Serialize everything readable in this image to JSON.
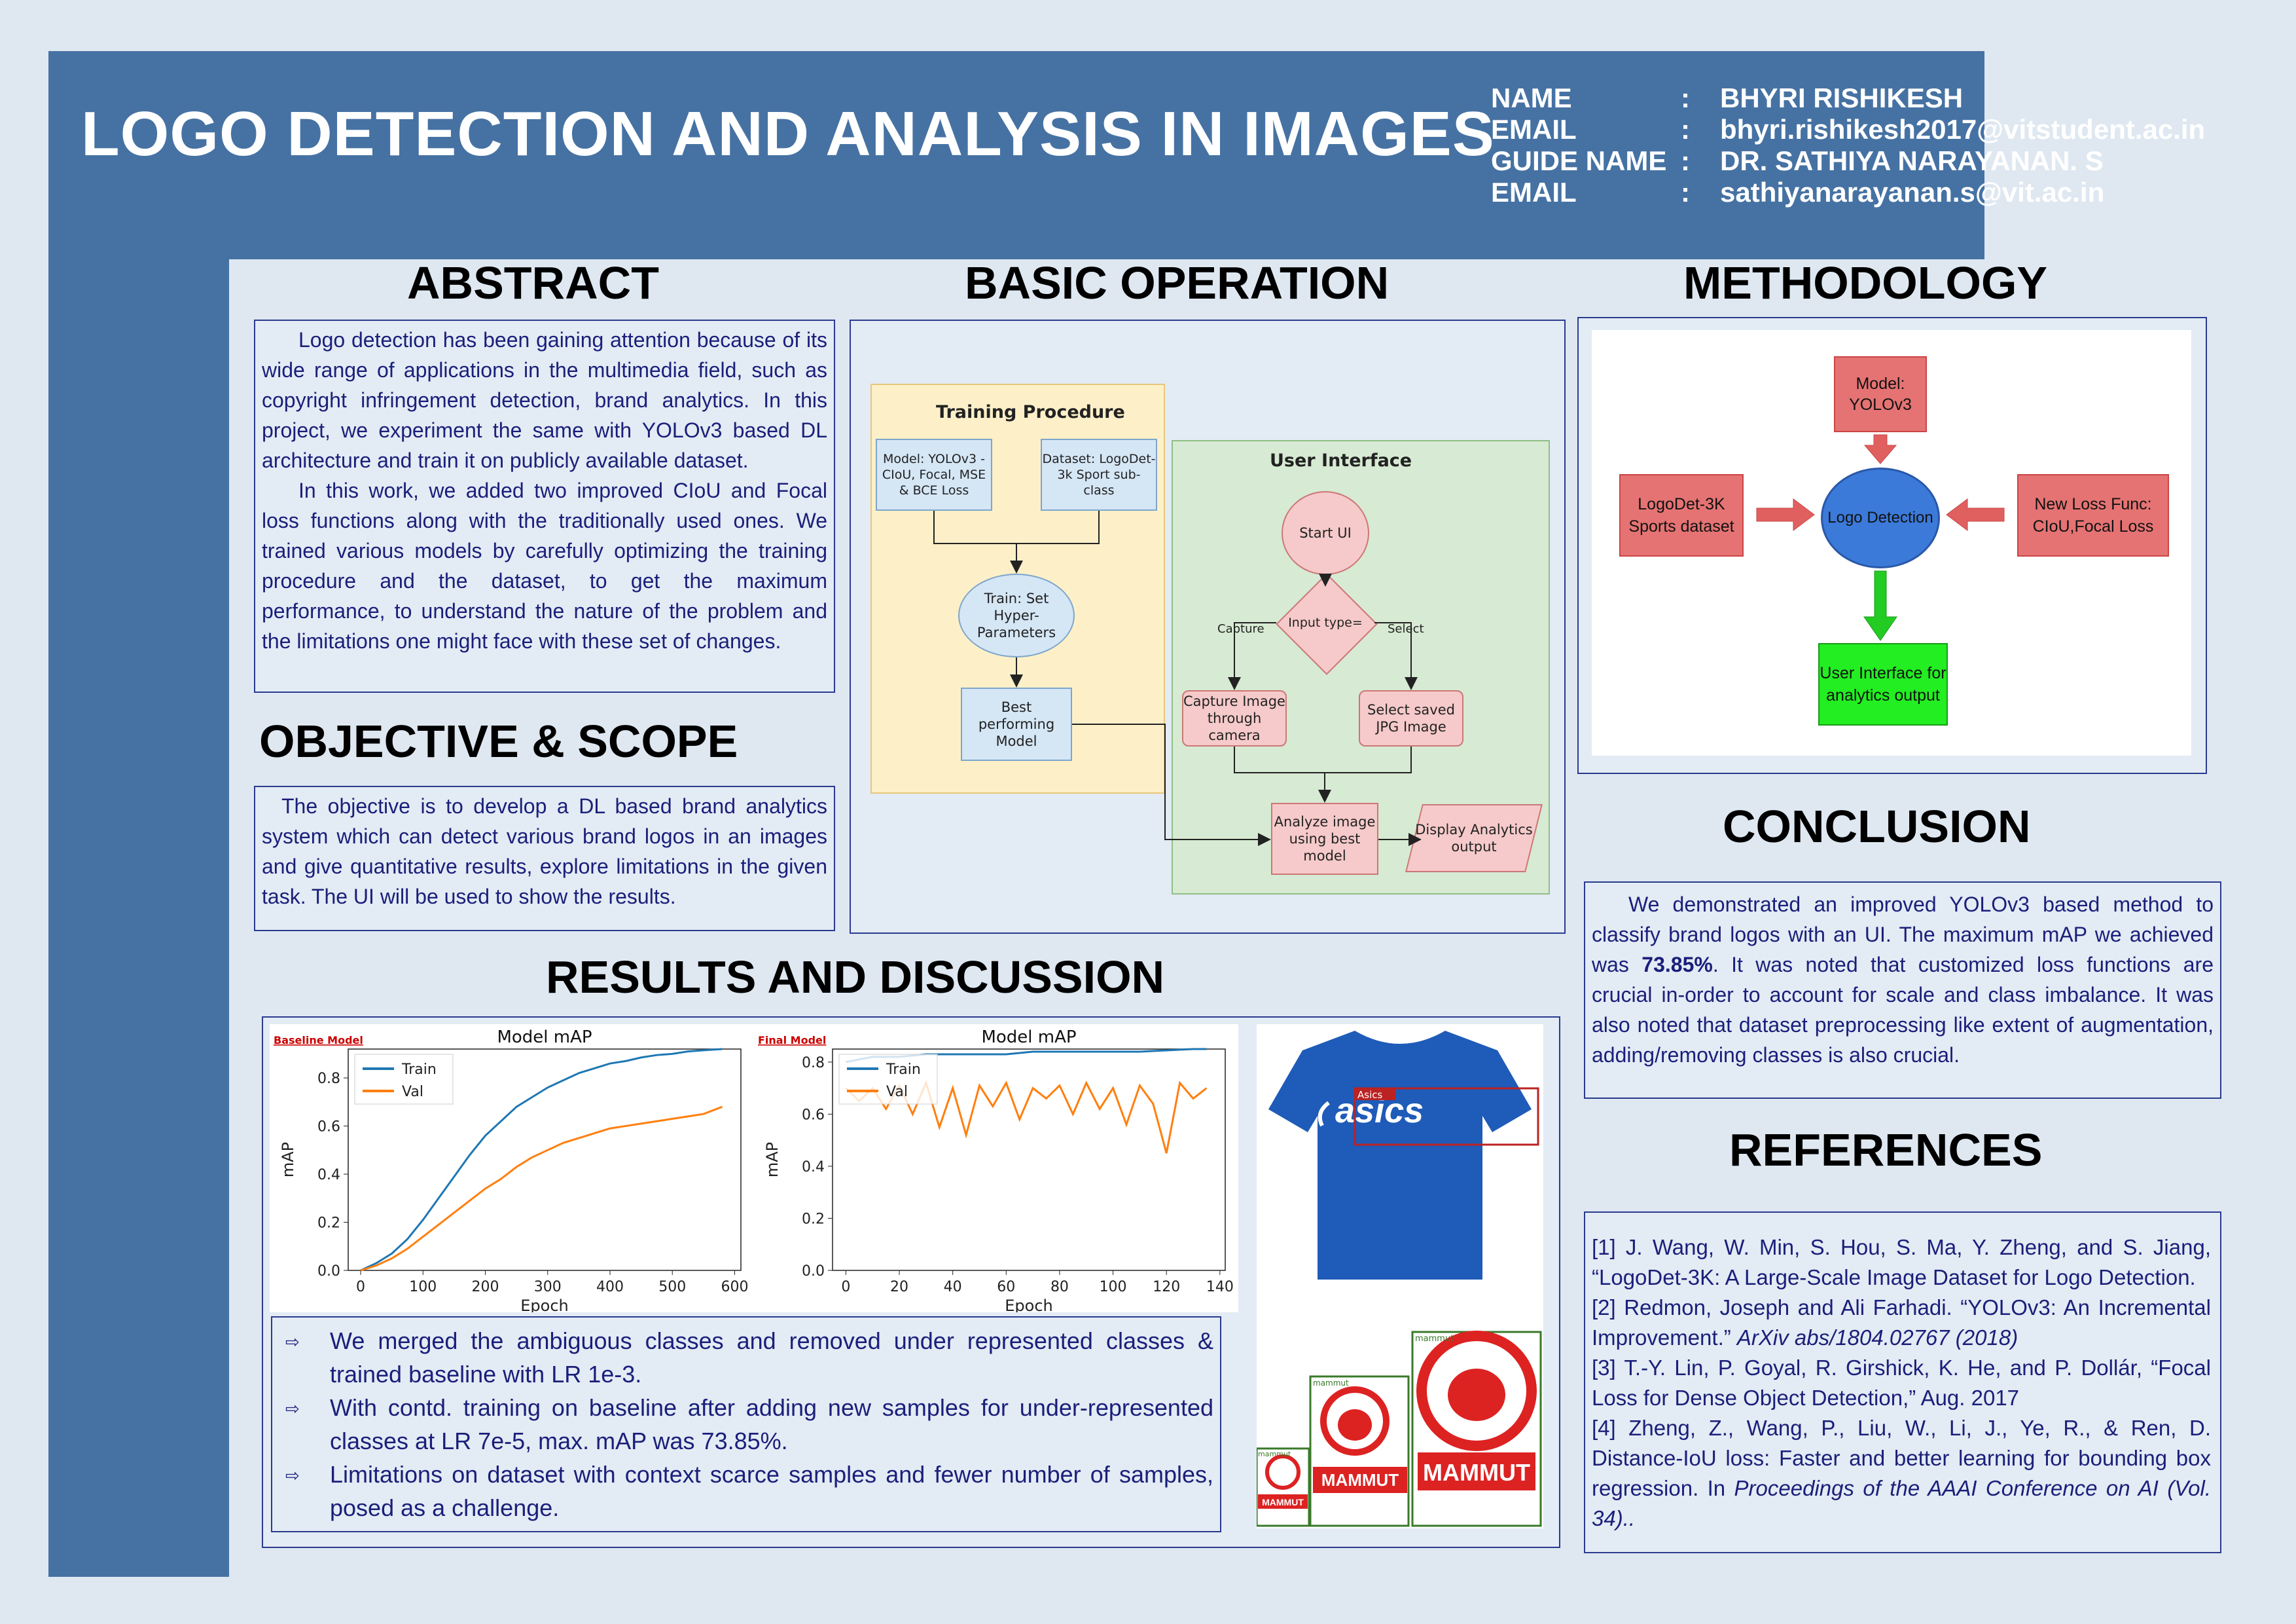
{
  "header": {
    "title": "LOGO DETECTION AND ANALYSIS IN IMAGES",
    "info": [
      {
        "key": "NAME",
        "sep": ":",
        "value": "BHYRI RISHIKESH"
      },
      {
        "key": "EMAIL",
        "sep": ":",
        "value": "bhyri.rishikesh2017@vitstudent.ac.in"
      },
      {
        "key": "GUIDE NAME",
        "sep": ":",
        "value": "DR. SATHIYA NARAYANAN. S"
      },
      {
        "key": "EMAIL",
        "sep": ":",
        "value": "sathiyanarayanan.s@vit.ac.in"
      }
    ]
  },
  "abstract": {
    "heading": "ABSTRACT",
    "p1": "Logo detection has been gaining attention because of its wide range of applications in the multimedia field, such as copyright infringement detection, brand analytics. In this project, we experiment the same with YOLOv3 based DL architecture and train it on publicly available dataset.",
    "p2": "In this work, we added two improved CIoU and Focal loss functions along with the traditionally used ones. We trained various models by carefully optimizing the training procedure and the dataset, to get the maximum performance, to understand the nature of the problem and the limitations one might face with these set of changes."
  },
  "objective": {
    "heading": "OBJECTIVE & SCOPE",
    "p1": "The objective is to develop a DL based brand analytics system which can detect various brand logos in an images and give quantitative results, explore limitations in the given task.  The UI will be used to show the results."
  },
  "basic_operation": {
    "heading": "BASIC OPERATION",
    "training_title": "Training Procedure",
    "model_box": "Model: YOLOv3 - CIoU, Focal, MSE & BCE Loss",
    "dataset_box": "Dataset: LogoDet-3k Sport sub-class",
    "train_box": "Train: Set Hyper-Parameters",
    "best_box": "Best performing Model",
    "ui_title": "User Interface",
    "start_ui": "Start UI",
    "input_type": "Input type=",
    "capture_label": "Capture",
    "select_label": "Select",
    "capture_box": "Capture Image through camera",
    "select_box": "Select saved JPG Image",
    "analyze_box": "Analyze image using best model",
    "display_box": "Display Analytics output"
  },
  "methodology": {
    "heading": "METHODOLOGY",
    "model": "Model: YOLOv3",
    "dataset": "LogoDet-3K Sports dataset",
    "center": "Logo Detection",
    "loss": "New Loss Func: CIoU,Focal Loss",
    "ui": "User Interface for analytics output",
    "colors": {
      "red_box": "#e57373",
      "blue_center": "#3b7ad9",
      "green_box": "#22ee22",
      "arrow_red": "#e06060",
      "arrow_green": "#22cc22"
    }
  },
  "conclusion": {
    "heading": "CONCLUSION",
    "pre": "We demonstrated an improved YOLOv3 based method to classify brand logos with an UI. The maximum mAP we achieved was ",
    "highlight": "73.85%",
    "post": ". It was noted that customized loss functions are crucial in-order to account for scale and class imbalance. It was also noted that dataset preprocessing like extent of augmentation, adding/removing classes is also crucial."
  },
  "references": {
    "heading": "REFERENCES",
    "items": [
      {
        "text": "[1] J. Wang, W. Min, S. Hou, S. Ma, Y. Zheng, and S. Jiang, “LogoDet-3K: A Large-Scale Image Dataset for Logo Detection.",
        "ital": ""
      },
      {
        "text": "[2] Redmon, Joseph and Ali Farhadi. “YOLOv3: An Incremental Improvement.” ",
        "ital": "ArXiv abs/1804.02767 (2018)"
      },
      {
        "text": "[3] T.-Y. Lin, P. Goyal, R. Girshick, K. He, and P. Dollár, “Focal Loss for Dense Object Detection,” Aug. 2017",
        "ital": ""
      },
      {
        "text": "[4] Zheng, Z., Wang, P., Liu, W., Li, J., Ye, R., & Ren, D. Distance-IoU loss: Faster and better learning for bounding box regression. In ",
        "ital": "Proceedings of the AAAI Conference on AI (Vol. 34).."
      }
    ]
  },
  "results": {
    "heading": "RESULTS AND DISCUSSION",
    "bullets": [
      "We merged the ambiguous classes and removed under represented classes & trained baseline with LR 1e-3.",
      "With contd. training on baseline after adding new samples for under-represented classes at LR 7e-5, max. mAP was 73.85%.",
      "Limitations on dataset with context scarce samples and fewer number of samples, posed as  a challenge."
    ],
    "bullet_mark": "⇨",
    "images": {
      "asics_label": "Asics",
      "asics_brand": "asics",
      "mammut_brand": "MAMMUT",
      "mammut_label": "mammut"
    }
  },
  "chart_data": [
    {
      "type": "line",
      "tag": "Baseline Model",
      "title": "Model mAP",
      "xlabel": "Epoch",
      "ylabel": "mAP",
      "xlim": [
        -20,
        610
      ],
      "ylim": [
        0,
        0.92
      ],
      "xticks": [
        0,
        100,
        200,
        300,
        400,
        500,
        600
      ],
      "yticks": [
        0.0,
        0.2,
        0.4,
        0.6,
        0.8
      ],
      "legend": "top-left",
      "series": [
        {
          "name": "Train",
          "color": "#1f77b4",
          "x": [
            0,
            25,
            50,
            75,
            100,
            125,
            150,
            175,
            200,
            225,
            250,
            275,
            300,
            325,
            350,
            375,
            400,
            425,
            450,
            475,
            500,
            525,
            550,
            580
          ],
          "y": [
            0.0,
            0.03,
            0.07,
            0.13,
            0.21,
            0.3,
            0.39,
            0.48,
            0.56,
            0.62,
            0.68,
            0.72,
            0.76,
            0.79,
            0.82,
            0.84,
            0.86,
            0.87,
            0.885,
            0.895,
            0.9,
            0.91,
            0.915,
            0.92
          ]
        },
        {
          "name": "Val",
          "color": "#ff7f0e",
          "x": [
            0,
            25,
            50,
            75,
            100,
            125,
            150,
            175,
            200,
            225,
            250,
            275,
            300,
            325,
            350,
            375,
            400,
            425,
            450,
            475,
            500,
            525,
            550,
            580
          ],
          "y": [
            0.0,
            0.02,
            0.05,
            0.09,
            0.14,
            0.19,
            0.24,
            0.29,
            0.34,
            0.38,
            0.43,
            0.47,
            0.5,
            0.53,
            0.55,
            0.57,
            0.59,
            0.6,
            0.61,
            0.62,
            0.63,
            0.64,
            0.65,
            0.68
          ]
        }
      ]
    },
    {
      "type": "line",
      "tag": "Final Model",
      "title": "Model mAP",
      "xlabel": "Epoch",
      "ylabel": "mAP",
      "xlim": [
        -5,
        142
      ],
      "ylim": [
        0,
        0.85
      ],
      "xticks": [
        0,
        20,
        40,
        60,
        80,
        100,
        120,
        140
      ],
      "yticks": [
        0.0,
        0.2,
        0.4,
        0.6,
        0.8
      ],
      "legend": "top-left",
      "series": [
        {
          "name": "Train",
          "color": "#1f77b4",
          "x": [
            0,
            10,
            20,
            30,
            40,
            50,
            60,
            70,
            80,
            90,
            100,
            110,
            120,
            130,
            135
          ],
          "y": [
            0.8,
            0.82,
            0.82,
            0.83,
            0.83,
            0.83,
            0.83,
            0.84,
            0.84,
            0.84,
            0.84,
            0.84,
            0.845,
            0.85,
            0.85
          ]
        },
        {
          "name": "Val",
          "color": "#ff7f0e",
          "x": [
            0,
            5,
            10,
            15,
            20,
            25,
            30,
            35,
            40,
            45,
            50,
            55,
            60,
            65,
            70,
            75,
            80,
            85,
            90,
            95,
            100,
            105,
            110,
            115,
            120,
            125,
            130,
            135
          ],
          "y": [
            0.7,
            0.65,
            0.7,
            0.62,
            0.71,
            0.6,
            0.72,
            0.55,
            0.7,
            0.52,
            0.71,
            0.63,
            0.72,
            0.58,
            0.7,
            0.66,
            0.71,
            0.6,
            0.72,
            0.62,
            0.7,
            0.56,
            0.71,
            0.64,
            0.45,
            0.72,
            0.66,
            0.7
          ]
        }
      ]
    }
  ]
}
